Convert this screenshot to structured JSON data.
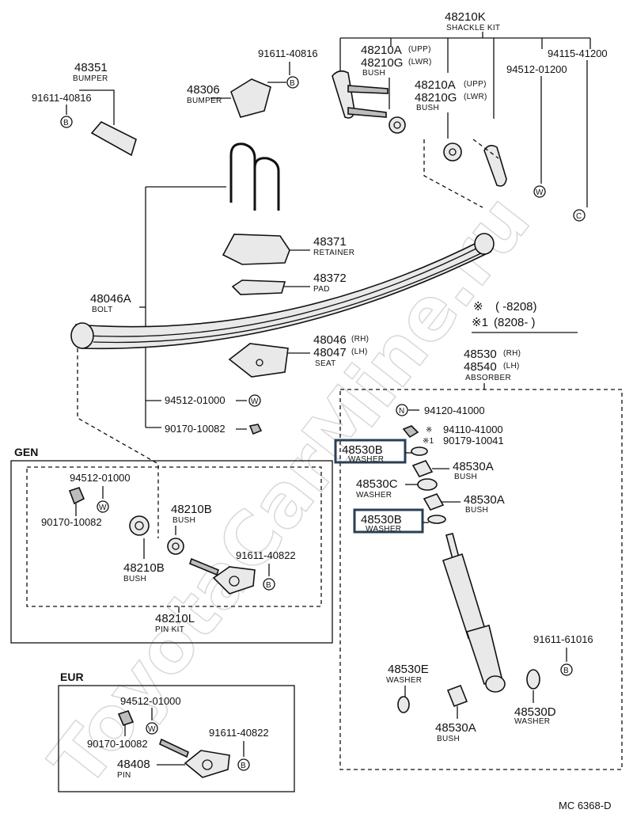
{
  "watermark": "ToyotaCarMine.ru",
  "diagram_code": "MC 6368-D",
  "legend": {
    "row1_mark": "※",
    "row1_range": "(      -8208)",
    "row2_mark": "※1",
    "row2_range": "(8208-      )"
  },
  "sections": {
    "gen": "GEN",
    "eur": "EUR"
  },
  "labels": {
    "shackle_kit_no": "48210K",
    "shackle_kit_name": "SHACKLE KIT",
    "p94115_41200": "94115-41200",
    "p94512_01200": "94512-01200",
    "bush_upp_no": "48210A",
    "bush_upp_tag": "(UPP)",
    "bush_lwr_no": "48210G",
    "bush_lwr_tag": "(LWR)",
    "bush_name": "BUSH",
    "bush2_upp_no": "48210A",
    "bush2_upp_tag": "(UPP)",
    "bush2_lwr_no": "48210G",
    "bush2_lwr_tag": "(LWR)",
    "bush2_name": "BUSH",
    "p91611_40816_top": "91611-40816",
    "bumper_48306_no": "48306",
    "bumper_48306_name": "BUMPER",
    "bumper_48351_no": "48351",
    "bumper_48351_name": "BUMPER",
    "p91611_40816_left": "91611-40816",
    "retainer_no": "48371",
    "retainer_name": "RETAINER",
    "pad_no": "48372",
    "pad_name": "PAD",
    "bolt_no": "48046A",
    "bolt_name": "BOLT",
    "seat_rh_no": "48046",
    "seat_rh_tag": "(RH)",
    "seat_lh_no": "48047",
    "seat_lh_tag": "(LH)",
    "seat_name": "SEAT",
    "absorber_rh_no": "48530",
    "absorber_rh_tag": "(RH)",
    "absorber_lh_no": "48540",
    "absorber_lh_tag": "(LH)",
    "absorber_name": "ABSORBER",
    "p94512_01000_mid": "94512-01000",
    "p90170_10082_mid": "90170-10082",
    "p94120_41000": "94120-41000",
    "p94110_41000": "94110-41000",
    "p90179_10041": "90179-10041",
    "washer_b1_no": "48530B",
    "washer_b1_name": "WASHER",
    "bush_a1_no": "48530A",
    "bush_a1_name": "BUSH",
    "washer_c_no": "48530C",
    "washer_c_name": "WASHER",
    "bush_a2_no": "48530A",
    "bush_a2_name": "BUSH",
    "washer_b2_no": "48530B",
    "washer_b2_name": "WASHER",
    "p91611_61016": "91611-61016",
    "washer_e_no": "48530E",
    "washer_e_name": "WASHER",
    "washer_d_no": "48530D",
    "washer_d_name": "WASHER",
    "bush_a3_no": "48530A",
    "bush_a3_name": "BUSH",
    "gen_94512_01000": "94512-01000",
    "gen_90170_10082": "90170-10082",
    "gen_bush_b1_no": "48210B",
    "gen_bush_b1_name": "BUSH",
    "gen_bush_b2_no": "48210B",
    "gen_bush_b2_name": "BUSH",
    "gen_91611_40822": "91611-40822",
    "pin_kit_no": "48210L",
    "pin_kit_name": "PIN KIT",
    "eur_94512_01000": "94512-01000",
    "eur_90170_10082": "90170-10082",
    "eur_91611_40822": "91611-40822",
    "pin_no": "48408",
    "pin_name": "PIN"
  },
  "markers": {
    "b": "B",
    "w": "W",
    "n": "N",
    "c": "C",
    "star": "※",
    "star1": "※1"
  },
  "highlight_color": "#2a3f55"
}
